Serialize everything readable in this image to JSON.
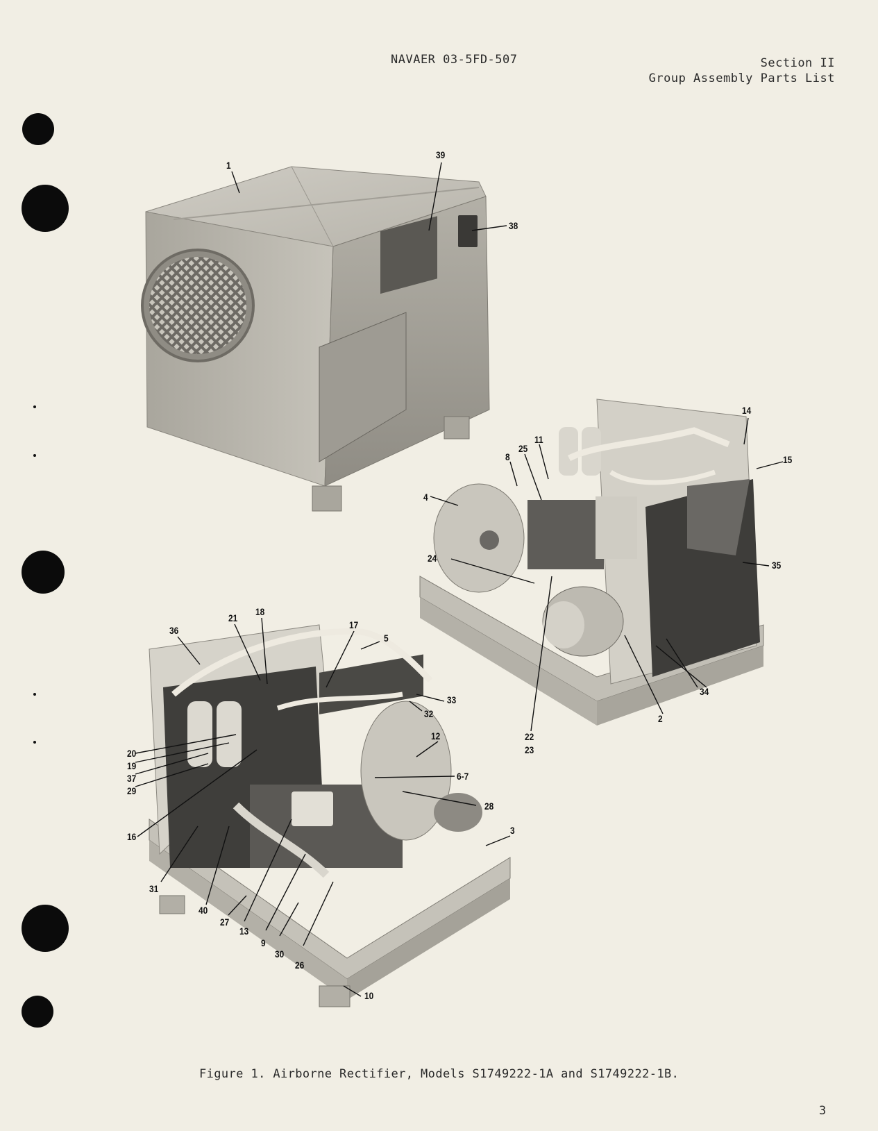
{
  "header": {
    "doc_number": "NAVAER 03-5FD-507",
    "section": "Section II",
    "section_title": "Group Assembly Parts List"
  },
  "figure": {
    "caption": "Figure 1.  Airborne Rectifier, Models S1749222-1A and S1749222-1B.",
    "callouts": [
      "1",
      "39",
      "38",
      "14",
      "15",
      "8",
      "25",
      "11",
      "4",
      "24",
      "35",
      "34",
      "2",
      "22",
      "23",
      "36",
      "21",
      "18",
      "17",
      "5",
      "33",
      "32",
      "12",
      "20",
      "19",
      "37",
      "29",
      "6-7",
      "28",
      "16",
      "3",
      "31",
      "40",
      "27",
      "13",
      "9",
      "30",
      "26",
      "10"
    ]
  },
  "page_number": "3"
}
